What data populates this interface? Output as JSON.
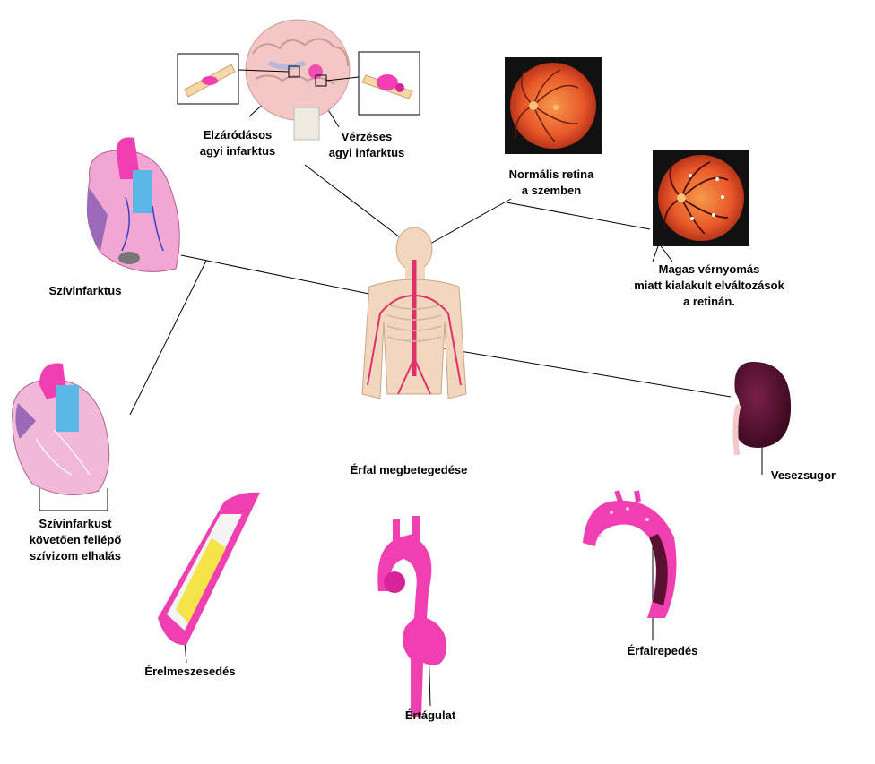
{
  "labels": {
    "occlusive_infarct": [
      "Elzáródásos",
      "agyi infarktus"
    ],
    "hemorrhagic_infarct": [
      "Vérzéses",
      "agyi infarktus"
    ],
    "normal_retina": [
      "Normális retina",
      "a szemben"
    ],
    "hypertensive_retina": [
      "Magas vérnyomás",
      "miatt kialakult elváltozások",
      "a retinán."
    ],
    "myocardial_infarction": "Szívinfarktus",
    "post_infarction": [
      "Szívinfarkust",
      "követően fellépő",
      "szívizom elhalás"
    ],
    "kidney": "Vesezsugor",
    "vessel_wall_disease": "Érfal megbetegedése",
    "atherosclerosis": "Érelmeszesedés",
    "aneurysm": "Értágulat",
    "dissection": "Érfalrepedés"
  },
  "colors": {
    "artery": "#f03fb0",
    "retina_bg": "#e8582a",
    "skin": "#f2d6bd",
    "kidney": "#4a0d2a",
    "heart_blue": "#5ab8e6",
    "plaque": "#f5e34a",
    "line": "#000000"
  }
}
